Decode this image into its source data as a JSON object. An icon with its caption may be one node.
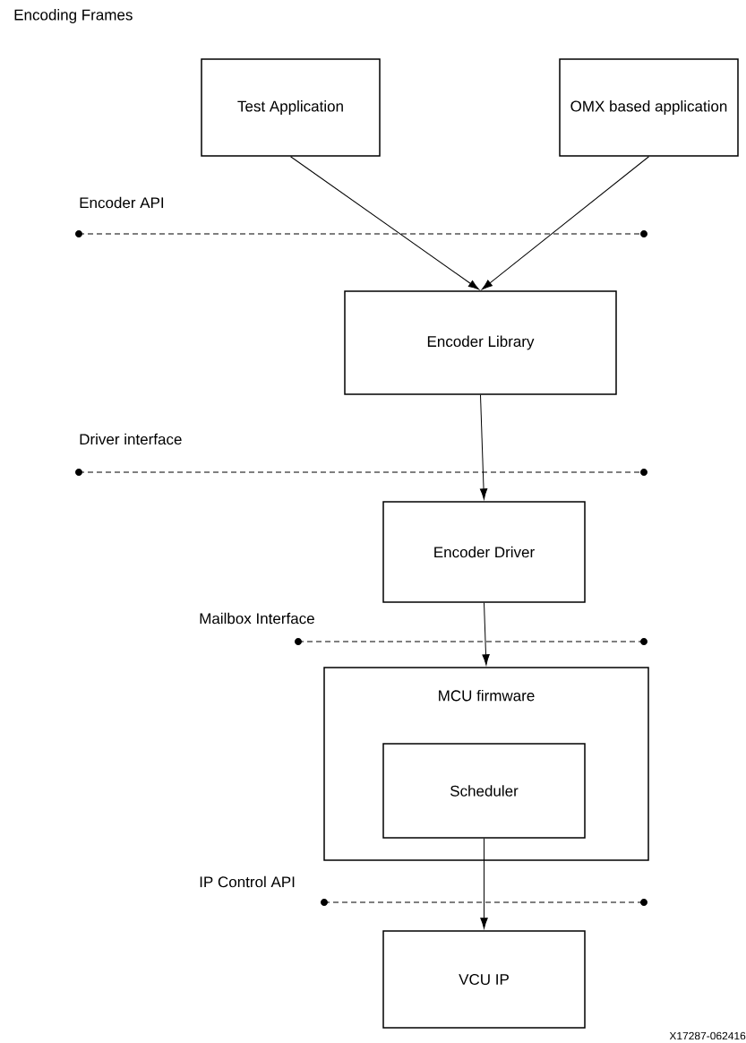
{
  "diagram": {
    "title": "Encoding Frames",
    "nodes": [
      {
        "text": [
          "Test Application"
        ]
      },
      {
        "text": [
          "OMX based application"
        ]
      },
      {
        "text": [
          "Encoder Library"
        ]
      },
      {
        "text": [
          "Encoder Driver"
        ]
      },
      {
        "text": [
          "MCU firmware"
        ]
      },
      {
        "text": [
          "Scheduler"
        ],
        "in": 4
      },
      {
        "text": [
          "VCU IP"
        ]
      }
    ],
    "edges": [
      {
        "from": 0,
        "to": 2,
        "arrow": "to"
      },
      {
        "from": 1,
        "to": 2,
        "arrow": "to"
      },
      {
        "from": 2,
        "to": 3,
        "arrow": "to"
      },
      {
        "from": 3,
        "to": 4,
        "arrow": "to"
      },
      {
        "from": 5,
        "to": 6,
        "arrow": "to"
      }
    ],
    "labels": [
      "Encoder API",
      "Driver interface",
      "Mailbox Interface",
      "IP Control API",
      "X17287-062416"
    ]
  }
}
